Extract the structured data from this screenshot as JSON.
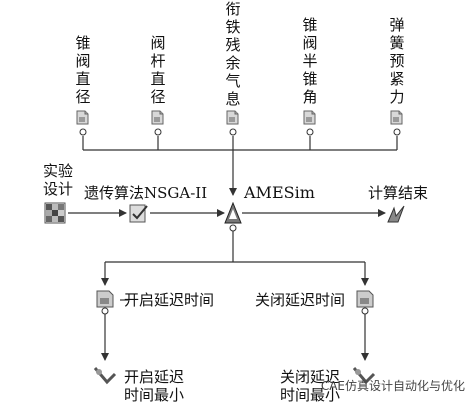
{
  "params": [
    {
      "label": "锥阀直径",
      "icon": "parameter-doc-icon"
    },
    {
      "label": "阀杆直径",
      "icon": "parameter-doc-icon"
    },
    {
      "label": "衔铁残余气息",
      "icon": "parameter-doc-icon"
    },
    {
      "label": "锥阀半锥角",
      "icon": "parameter-doc-icon"
    },
    {
      "label": "弹簧预紧力",
      "icon": "parameter-doc-icon"
    }
  ],
  "flow": {
    "doe": "实验设计",
    "optimizer": "遗传算法NSGA-II",
    "solver": "AMESim",
    "end": "计算结束"
  },
  "outputs": [
    {
      "response": "开启延迟时间",
      "objective": "开启延迟时间最小"
    },
    {
      "response": "关闭延迟时间",
      "objective": "关闭延迟时间最小"
    }
  ],
  "watermark": "CAE仿真设计自动化与优化",
  "colors": {
    "line": "#333333",
    "icon_gray": "#8c8c8c",
    "icon_light": "#cfcfcf"
  }
}
